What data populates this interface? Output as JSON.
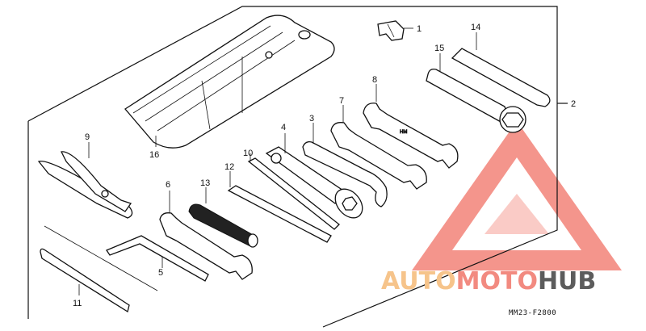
{
  "colors": {
    "line": "#111111",
    "watermark_orange": "#f6c48b",
    "watermark_coral": "#f28a80",
    "watermark_gray": "#5c5c5c",
    "watermark_triangle": "#f27b70"
  },
  "callouts": {
    "n1": "1",
    "n2": "2",
    "n3": "3",
    "n4": "4",
    "n5": "5",
    "n6": "6",
    "n7": "7",
    "n8": "8",
    "n9": "9",
    "n10": "10",
    "n11": "11",
    "n12": "12",
    "n13": "13",
    "n14": "14",
    "n15": "15",
    "n16": "16"
  },
  "diagram_code": "MM23-F2800",
  "watermark": {
    "part1": "AUTO",
    "part2": "MOTO",
    "part3": "HUB"
  }
}
